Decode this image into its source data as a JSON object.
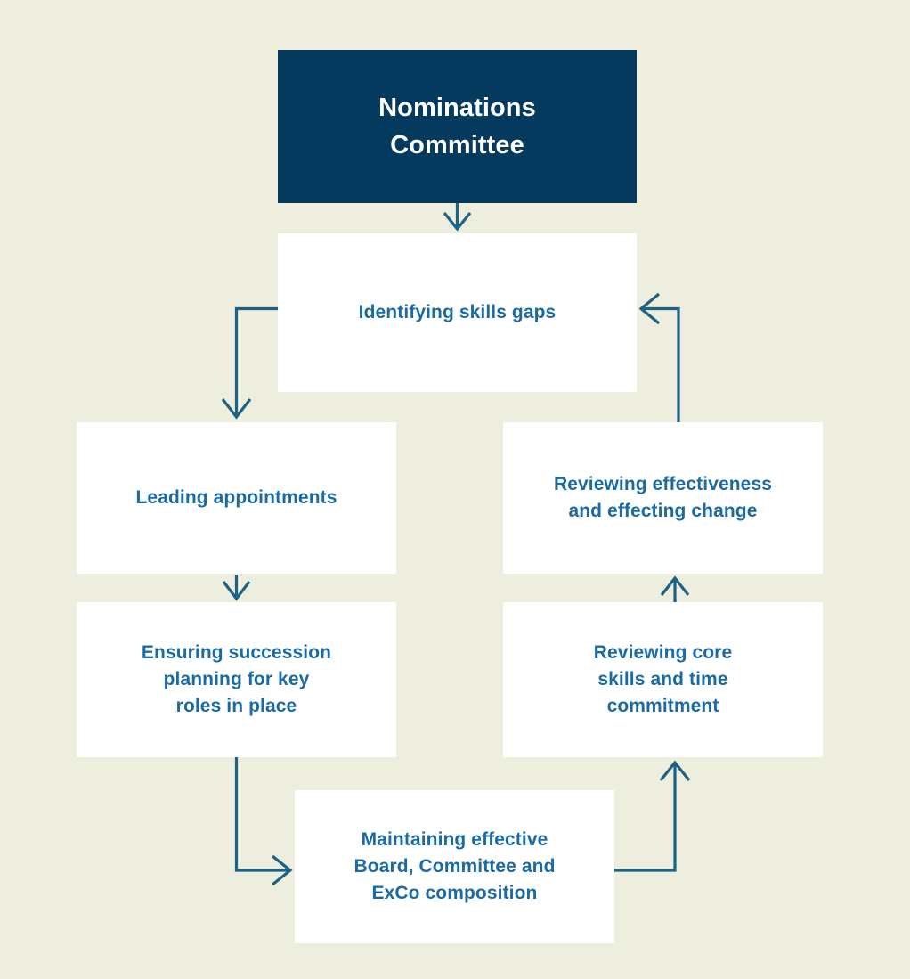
{
  "diagram": {
    "type": "flowchart",
    "title": "Nominations Committee",
    "background_color": "#edeedd",
    "header_fill": "#043a5e",
    "header_text_color": "#ffffff",
    "box_fill": "#ffffff",
    "box_text_color": "#1a6ba4",
    "connector_color": "#1c6285",
    "nodes": [
      {
        "id": "root",
        "label": "Nominations\nCommittee",
        "style": "header"
      },
      {
        "id": "skills-gaps",
        "label": "Identifying skills gaps",
        "style": "step"
      },
      {
        "id": "leading-appointments",
        "label": "Leading appointments",
        "style": "step"
      },
      {
        "id": "succession-planning",
        "label": "Ensuring succession\nplanning for key\nroles in place",
        "style": "step"
      },
      {
        "id": "board-composition",
        "label": "Maintaining effective\nBoard, Committee and\nExCo composition",
        "style": "step"
      },
      {
        "id": "reviewing-core-skills",
        "label": "Reviewing core\nskills and time\ncommitment",
        "style": "step"
      },
      {
        "id": "reviewing-effectiveness",
        "label": "Reviewing effectiveness\nand effecting change",
        "style": "step"
      }
    ],
    "connectors": [
      {
        "id": "root-to-skills-gaps",
        "from": "root",
        "to": "skills-gaps",
        "direction": "down",
        "shape": "straight"
      },
      {
        "id": "skills-gaps-to-leading-appointments",
        "from": "skills-gaps",
        "to": "leading-appointments",
        "direction": "down",
        "shape": "elbow-left-down"
      },
      {
        "id": "leading-appointments-to-succession-planning",
        "from": "leading-appointments",
        "to": "succession-planning",
        "direction": "down",
        "shape": "straight"
      },
      {
        "id": "succession-planning-to-board-composition",
        "from": "succession-planning",
        "to": "board-composition",
        "direction": "right",
        "shape": "elbow-down-right"
      },
      {
        "id": "board-composition-to-reviewing-core-skills",
        "from": "board-composition",
        "to": "reviewing-core-skills",
        "direction": "up",
        "shape": "elbow-right-up"
      },
      {
        "id": "reviewing-core-skills-to-reviewing-effectiveness",
        "from": "reviewing-core-skills",
        "to": "reviewing-effectiveness",
        "direction": "up",
        "shape": "straight"
      },
      {
        "id": "reviewing-effectiveness-to-skills-gaps",
        "from": "reviewing-effectiveness",
        "to": "skills-gaps",
        "direction": "left",
        "shape": "elbow-up-left"
      }
    ]
  }
}
